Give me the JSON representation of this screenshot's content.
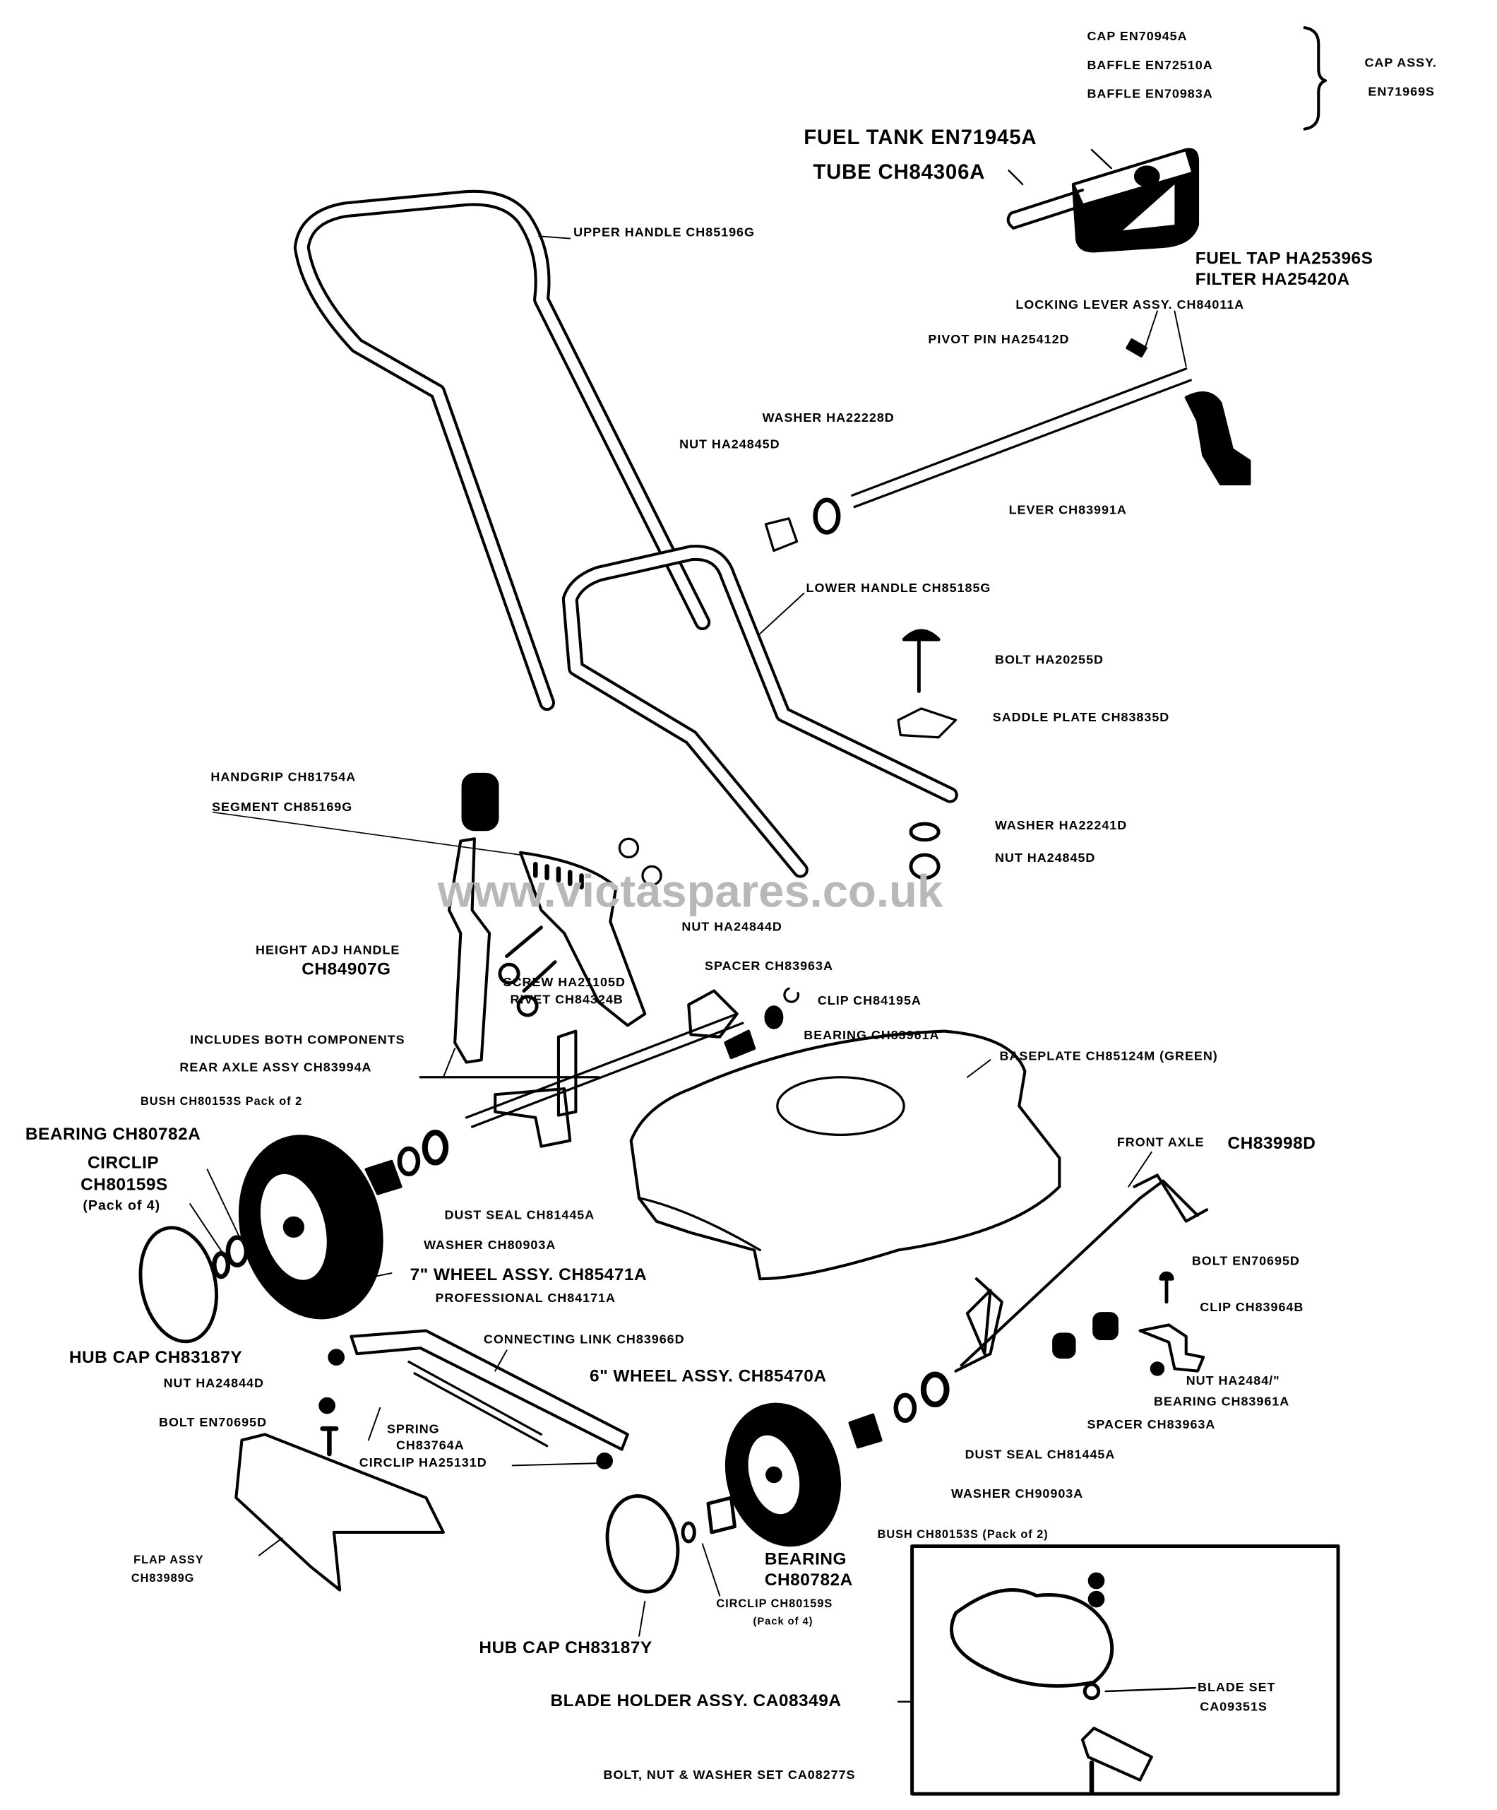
{
  "labels": {
    "cap": "CAP  EN70945A",
    "baffle1": "BAFFLE  EN72510A",
    "baffle2": "BAFFLE  EN70983A",
    "cap_assy_1": "CAP ASSY.",
    "cap_assy_2": "EN71969S",
    "fuel_tank": "FUEL TANK  EN71945A",
    "tube": "TUBE  CH84306A",
    "upper_handle": "UPPER HANDLE  CH85196G",
    "fuel_tap": "FUEL TAP HA25396S",
    "filter": "FILTER HA25420A",
    "locking_lever": "LOCKING LEVER ASSY.  CH84011A",
    "pivot_pin": "PIVOT PIN  HA25412D",
    "washer_top": "WASHER  HA22228D",
    "nut_top": "NUT  HA24845D",
    "lever": "LEVER  CH83991A",
    "lower_handle": "LOWER HANDLE  CH85185G",
    "bolt_handle": "BOLT  HA20255D",
    "saddle_plate": "SADDLE PLATE  CH83835D",
    "handgrip": "HANDGRIP  CH81754A",
    "segment": "SEGMENT  CH85169G",
    "washer_handle": "WASHER  HA22241D",
    "nut_handle": "NUT  HA24845D",
    "watermark": "www.victaspares.co.uk",
    "nut_segment": "NUT  HA24844D",
    "height_adj_1": "HEIGHT ADJ HANDLE",
    "height_adj_2": "CH84907G",
    "screw": "SCREW  HA21105D",
    "rivet": "RIVET CH84324B",
    "spacer_rear": "SPACER  CH83963A",
    "clip_rear": "CLIP  CH84195A",
    "bearing_rear": "BEARING  CH83961A",
    "baseplate": "BASEPLATE  CH85124M (GREEN)",
    "includes": "INCLUDES BOTH COMPONENTS",
    "rear_axle": "REAR AXLE ASSY   CH83994A",
    "bush_rear": "BUSH  CH80153S   Pack of 2",
    "bearing_7": "BEARING  CH80782A",
    "circlip_7_1": "CIRCLIP",
    "circlip_7_2": "CH80159S",
    "circlip_7_3": "(Pack of 4)",
    "front_axle_a": "FRONT AXLE",
    "front_axle_b": "CH83998D",
    "dust_seal_7": "DUST SEAL  CH81445A",
    "washer_7": "WASHER  CH80903A",
    "wheel_7": "7\" WHEEL ASSY.  CH85471A",
    "professional": "PROFESSIONAL  CH84171A",
    "bolt_front": "BOLT  EN70695D",
    "clip_front": "CLIP  CH83964B",
    "connecting_link": "CONNECTING LINK  CH83966D",
    "hub_cap_7": "HUB CAP  CH83187Y",
    "wheel_6": "6\" WHEEL ASSY.  CH85470A",
    "nut_flap": "NUT  HA24844D",
    "nut_front": "NUT  HA2484/\"",
    "bearing_front": "BEARING  CH83961A",
    "bolt_flap": "BOLT  EN70695D",
    "spacer_front": "SPACER  CH83963A",
    "spring_1": "SPRING",
    "spring_2": "CH83764A",
    "circlip_link": "CIRCLIP  HA25131D",
    "dust_seal_6": "DUST SEAL   CH81445A",
    "washer_6": "WASHER  CH90903A",
    "bush_6": "BUSH  CH80153S  (Pack of 2)",
    "flap_1": "FLAP ASSY",
    "flap_2": "CH83989G",
    "bearing_6_1": "BEARING",
    "bearing_6_2": "CH80782A",
    "circlip_6_1": "CIRCLIP  CH80159S",
    "circlip_6_2": "(Pack of 4)",
    "hub_cap_6": "HUB CAP  CH83187Y",
    "blade_holder": "BLADE HOLDER ASSY.  CA08349A",
    "blade_set_1": "BLADE SET",
    "blade_set_2": "CA09351S",
    "bolt_nut_washer": "BOLT, NUT & WASHER SET  CA08277S"
  }
}
